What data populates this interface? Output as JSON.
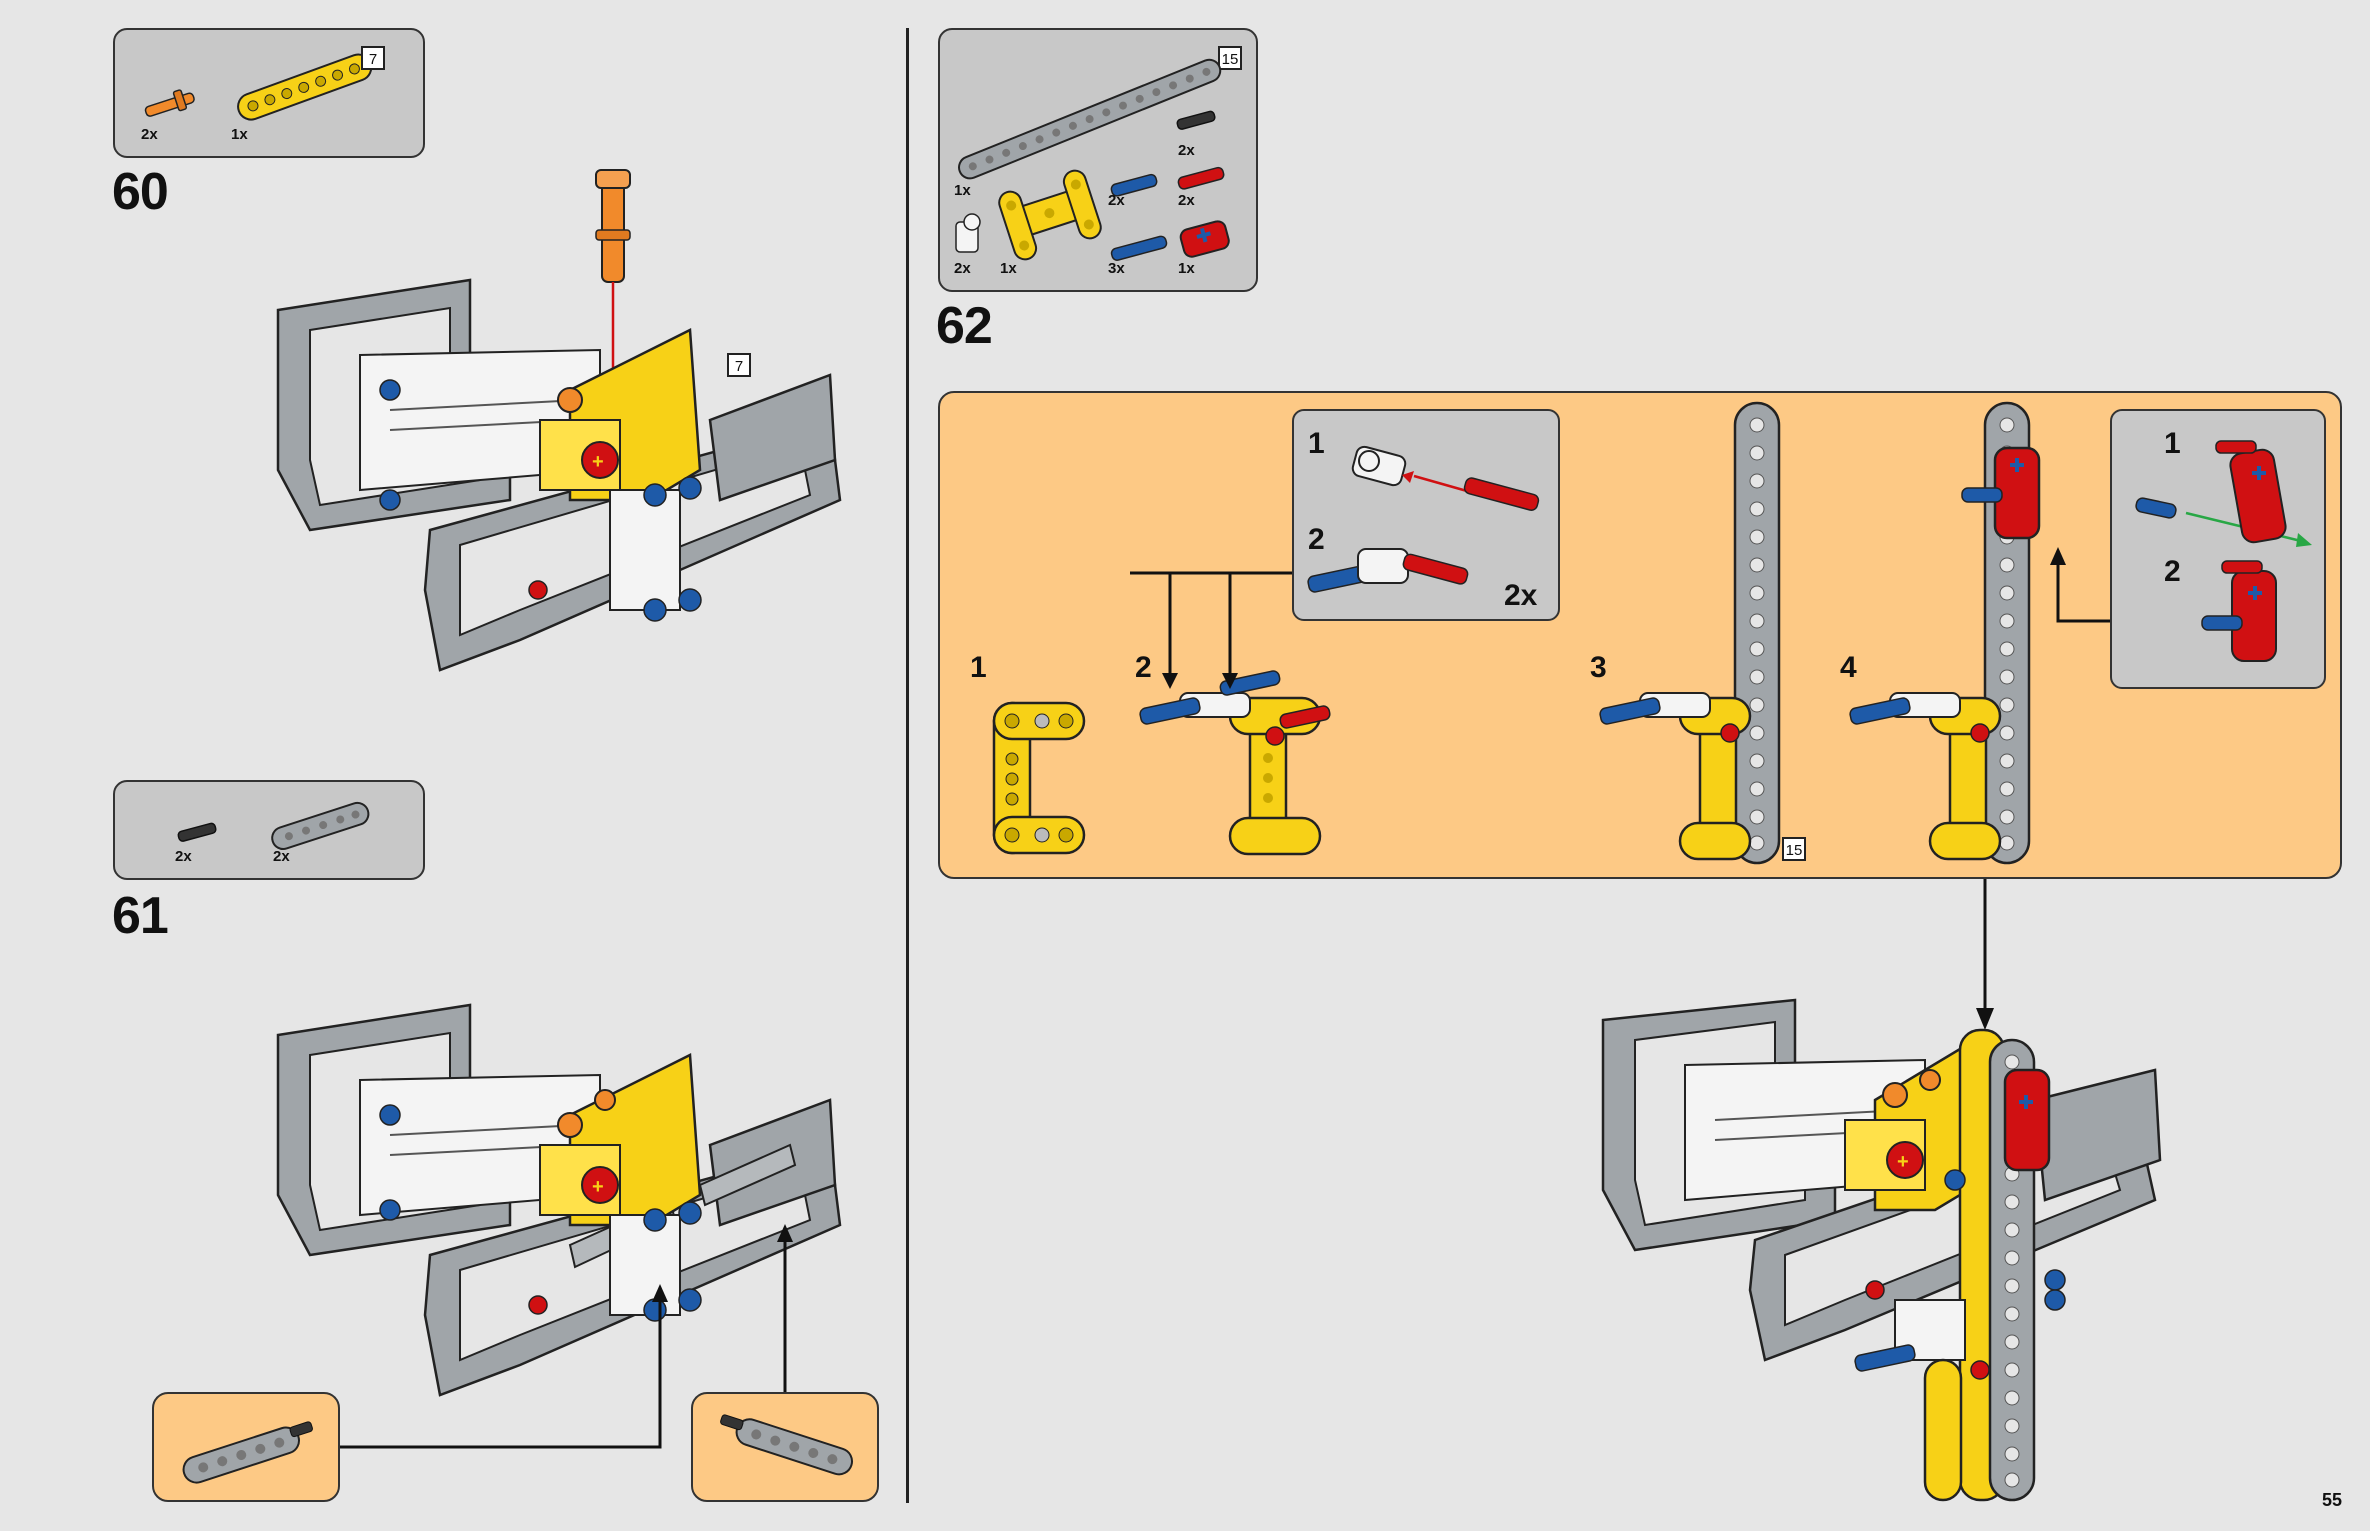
{
  "page": {
    "number": "55"
  },
  "colors": {
    "background": "#e6e6e6",
    "parts_box": "#c8c8c8",
    "callout_orange": "#fdc985",
    "brick_yellow": "#f7d117",
    "brick_red": "#d01012",
    "brick_blue": "#1e5aa8",
    "brick_gray": "#a0a5a9",
    "brick_orange": "#f18a2b",
    "arrow_red": "#d01012",
    "arrow_green": "#28a745"
  },
  "step60": {
    "number": "60",
    "parts": [
      {
        "qty": "2x",
        "icon": "orange-axle-pin-icon"
      },
      {
        "qty": "1x",
        "icon": "yellow-beam-7-icon",
        "length": "7"
      }
    ],
    "model_length_tag": "7"
  },
  "step61": {
    "number": "61",
    "parts": [
      {
        "qty": "2x",
        "icon": "black-pin-icon"
      },
      {
        "qty": "2x",
        "icon": "gray-beam-icon"
      }
    ]
  },
  "step62": {
    "number": "62",
    "parts_length_tag": "15",
    "parts": [
      {
        "qty": "1x",
        "icon": "gray-beam-15-icon"
      },
      {
        "qty": "2x",
        "icon": "white-connector-icon"
      },
      {
        "qty": "1x",
        "icon": "yellow-h-frame-icon"
      },
      {
        "qty": "2x",
        "icon": "blue-pin-icon"
      },
      {
        "qty": "3x",
        "icon": "blue-axle-pin-icon"
      },
      {
        "qty": "2x",
        "icon": "black-pin-icon"
      },
      {
        "qty": "2x",
        "icon": "red-axle-pin-icon"
      },
      {
        "qty": "1x",
        "icon": "red-cross-block-icon"
      }
    ],
    "substeps": [
      "1",
      "2",
      "3",
      "4"
    ],
    "callout_left": {
      "steps": [
        "1",
        "2"
      ],
      "multiplier": "2x"
    },
    "callout_right": {
      "steps": [
        "1",
        "2"
      ]
    },
    "beam_length_tag": "15"
  }
}
